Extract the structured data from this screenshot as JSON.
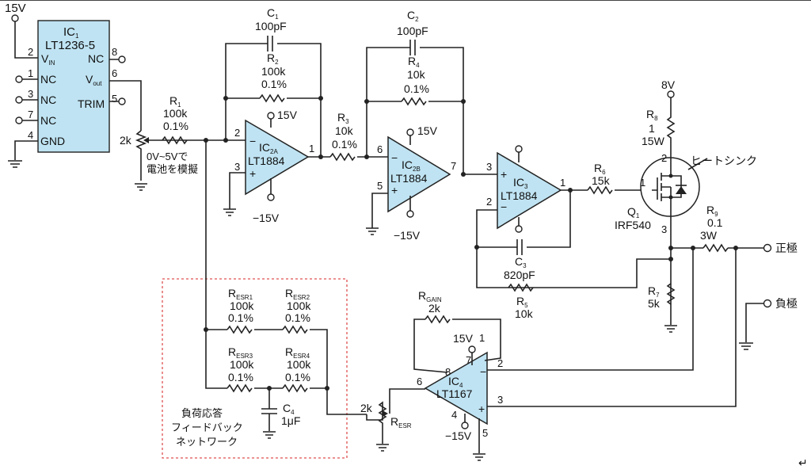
{
  "supply": {
    "top_left": "15V",
    "q_drain": "8V"
  },
  "ic1": {
    "name": "IC",
    "sub": "1",
    "part": "LT1236-5",
    "pins": {
      "p2": "2",
      "p1": "1",
      "p3": "3",
      "p7": "7",
      "p4": "4",
      "p8": "8",
      "p6": "6",
      "p5": "5"
    },
    "labels": {
      "vin": "V",
      "vin_sub": "IN",
      "nc1": "NC",
      "nc2": "NC",
      "nc3": "NC",
      "gnd": "GND",
      "nc_out": "NC",
      "vout": "V",
      "vout_sub": "out",
      "trim": "TRIM"
    }
  },
  "pot1": {
    "value": "2k",
    "note1": "0V~5Vで",
    "note2": "電池を模擬"
  },
  "r1": {
    "name": "R",
    "sub": "1",
    "value": "100k",
    "tol": "0.1%"
  },
  "c1": {
    "name": "C",
    "sub": "1",
    "value": "100pF"
  },
  "r2": {
    "name": "R",
    "sub": "2",
    "value": "100k",
    "tol": "0.1%"
  },
  "ic2a": {
    "name": "IC",
    "sub": "2A",
    "part": "LT1884",
    "pos": "15V",
    "neg": "−15V",
    "pins": {
      "in_neg": "2",
      "in_pos": "3",
      "out": "1"
    },
    "minus": "−",
    "plus": "+"
  },
  "r3": {
    "name": "R",
    "sub": "3",
    "value": "10k",
    "tol": "0.1%"
  },
  "c2": {
    "name": "C",
    "sub": "2",
    "value": "100pF"
  },
  "r4": {
    "name": "R",
    "sub": "4",
    "value": "10k",
    "tol": "0.1%"
  },
  "ic2b": {
    "name": "IC",
    "sub": "2B",
    "part": "LT1884",
    "pos": "15V",
    "neg": "−15V",
    "pins": {
      "in_neg": "6",
      "in_pos": "5",
      "out": "7"
    },
    "minus": "−",
    "plus": "+"
  },
  "ic3": {
    "name": "IC",
    "sub": "3",
    "part": "LT1884",
    "pins": {
      "in_pos": "3",
      "in_neg": "2",
      "out": "1"
    },
    "minus": "−",
    "plus": "+"
  },
  "c3": {
    "name": "C",
    "sub": "3",
    "value": "820pF"
  },
  "r5": {
    "name": "R",
    "sub": "5",
    "value": "10k"
  },
  "r6": {
    "name": "R",
    "sub": "6",
    "value": "15k"
  },
  "q1": {
    "name": "Q",
    "sub": "1",
    "part": "IRF540",
    "heatsink": "ヒートシンク",
    "pins": {
      "gate": "1",
      "drain": "2",
      "source": "3"
    }
  },
  "r8": {
    "name": "R",
    "sub": "8",
    "value": "1",
    "power": "15W"
  },
  "r9": {
    "name": "R",
    "sub": "9",
    "value": "0.1",
    "power": "3W"
  },
  "r7": {
    "name": "R",
    "sub": "7",
    "value": "5k"
  },
  "terminals": {
    "positive": "正極",
    "negative": "負極"
  },
  "esr": {
    "r1": {
      "name": "R",
      "sub": "ESR1",
      "value": "100k",
      "tol": "0.1%"
    },
    "r2": {
      "name": "R",
      "sub": "ESR2",
      "value": "100k",
      "tol": "0.1%"
    },
    "r3": {
      "name": "R",
      "sub": "ESR3",
      "value": "100k",
      "tol": "0.1%"
    },
    "r4": {
      "name": "R",
      "sub": "ESR4",
      "value": "100k",
      "tol": "0.1%"
    },
    "c4": {
      "name": "C",
      "sub": "4",
      "value": "1μF"
    },
    "box_line1": "負荷応答",
    "box_line2": "フィードバック",
    "box_line3": "ネットワーク"
  },
  "rgain": {
    "name": "R",
    "sub": "GAIN",
    "value": "2k"
  },
  "pot_esr": {
    "value": "2k",
    "name": "R",
    "sub": "ESR"
  },
  "ic4": {
    "name": "IC",
    "sub": "4",
    "part": "LT1167",
    "pos": "15V",
    "neg": "−15V",
    "pins": {
      "p8": "8",
      "p7": "7",
      "p1": "1",
      "p6": "6",
      "p2": "2",
      "p3": "3",
      "p4": "4",
      "p5": "5"
    },
    "minus": "−",
    "plus": "+"
  },
  "corner_mark": "↵"
}
